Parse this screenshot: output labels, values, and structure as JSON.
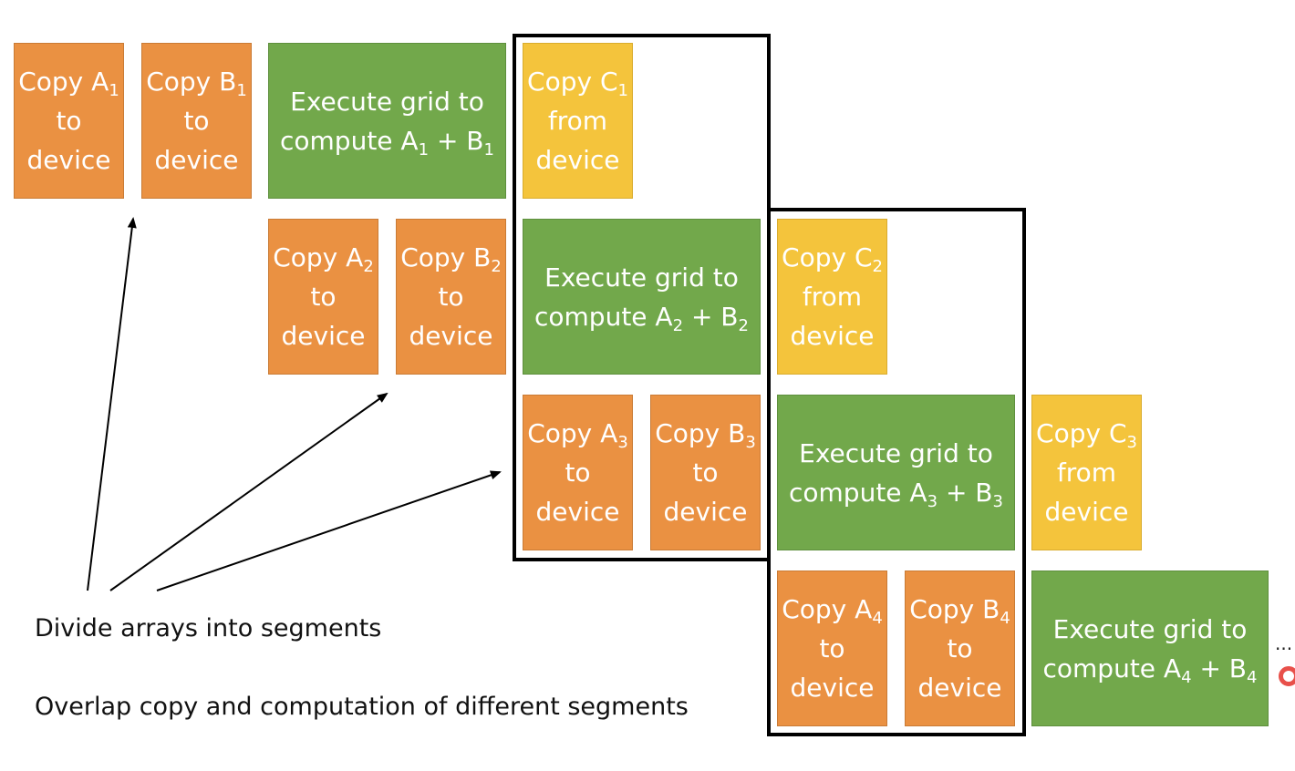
{
  "blocks": {
    "copy_a1": {
      "l1": "Copy A",
      "l1_sub": "1",
      "l2": "to",
      "l3": "device"
    },
    "copy_b1": {
      "l1": "Copy B",
      "l1_sub": "1",
      "l2": "to",
      "l3": "device"
    },
    "exec_1": {
      "l1": "Execute grid to",
      "l2a": "compute A",
      "l2a_sub": "1",
      "l2b": " + B",
      "l2b_sub": "1"
    },
    "copy_c1": {
      "l1": "Copy C",
      "l1_sub": "1",
      "l2": "from",
      "l3": "device"
    },
    "copy_a2": {
      "l1": "Copy A",
      "l1_sub": "2",
      "l2": "to",
      "l3": "device"
    },
    "copy_b2": {
      "l1": "Copy B",
      "l1_sub": "2",
      "l2": "to",
      "l3": "device"
    },
    "exec_2": {
      "l1": "Execute grid to",
      "l2a": "compute A",
      "l2a_sub": "2",
      "l2b": " + B",
      "l2b_sub": "2"
    },
    "copy_c2": {
      "l1": "Copy C",
      "l1_sub": "2",
      "l2": "from",
      "l3": "device"
    },
    "copy_a3": {
      "l1": "Copy A",
      "l1_sub": "3",
      "l2": "to",
      "l3": "device"
    },
    "copy_b3": {
      "l1": "Copy B",
      "l1_sub": "3",
      "l2": "to",
      "l3": "device"
    },
    "exec_3": {
      "l1": "Execute grid to",
      "l2a": "compute A",
      "l2a_sub": "3",
      "l2b": " + B",
      "l2b_sub": "3"
    },
    "copy_c3": {
      "l1": "Copy C",
      "l1_sub": "3",
      "l2": "from",
      "l3": "device"
    },
    "copy_a4": {
      "l1": "Copy A",
      "l1_sub": "4",
      "l2": "to",
      "l3": "device"
    },
    "copy_b4": {
      "l1": "Copy B",
      "l1_sub": "4",
      "l2": "to",
      "l3": "device"
    },
    "exec_4": {
      "l1": "Execute grid to",
      "l2a": "compute A",
      "l2a_sub": "4",
      "l2b": " + B",
      "l2b_sub": "4"
    }
  },
  "captions": {
    "divide": "Divide arrays into segments",
    "overlap": "Overlap copy and computation of different segments"
  },
  "ellipsis": "...",
  "colors": {
    "copy_to_device": "#EA9142",
    "execute": "#72A84B",
    "copy_from_device": "#F4C43C",
    "frame": "#000000",
    "cursor": "#E8504A"
  }
}
